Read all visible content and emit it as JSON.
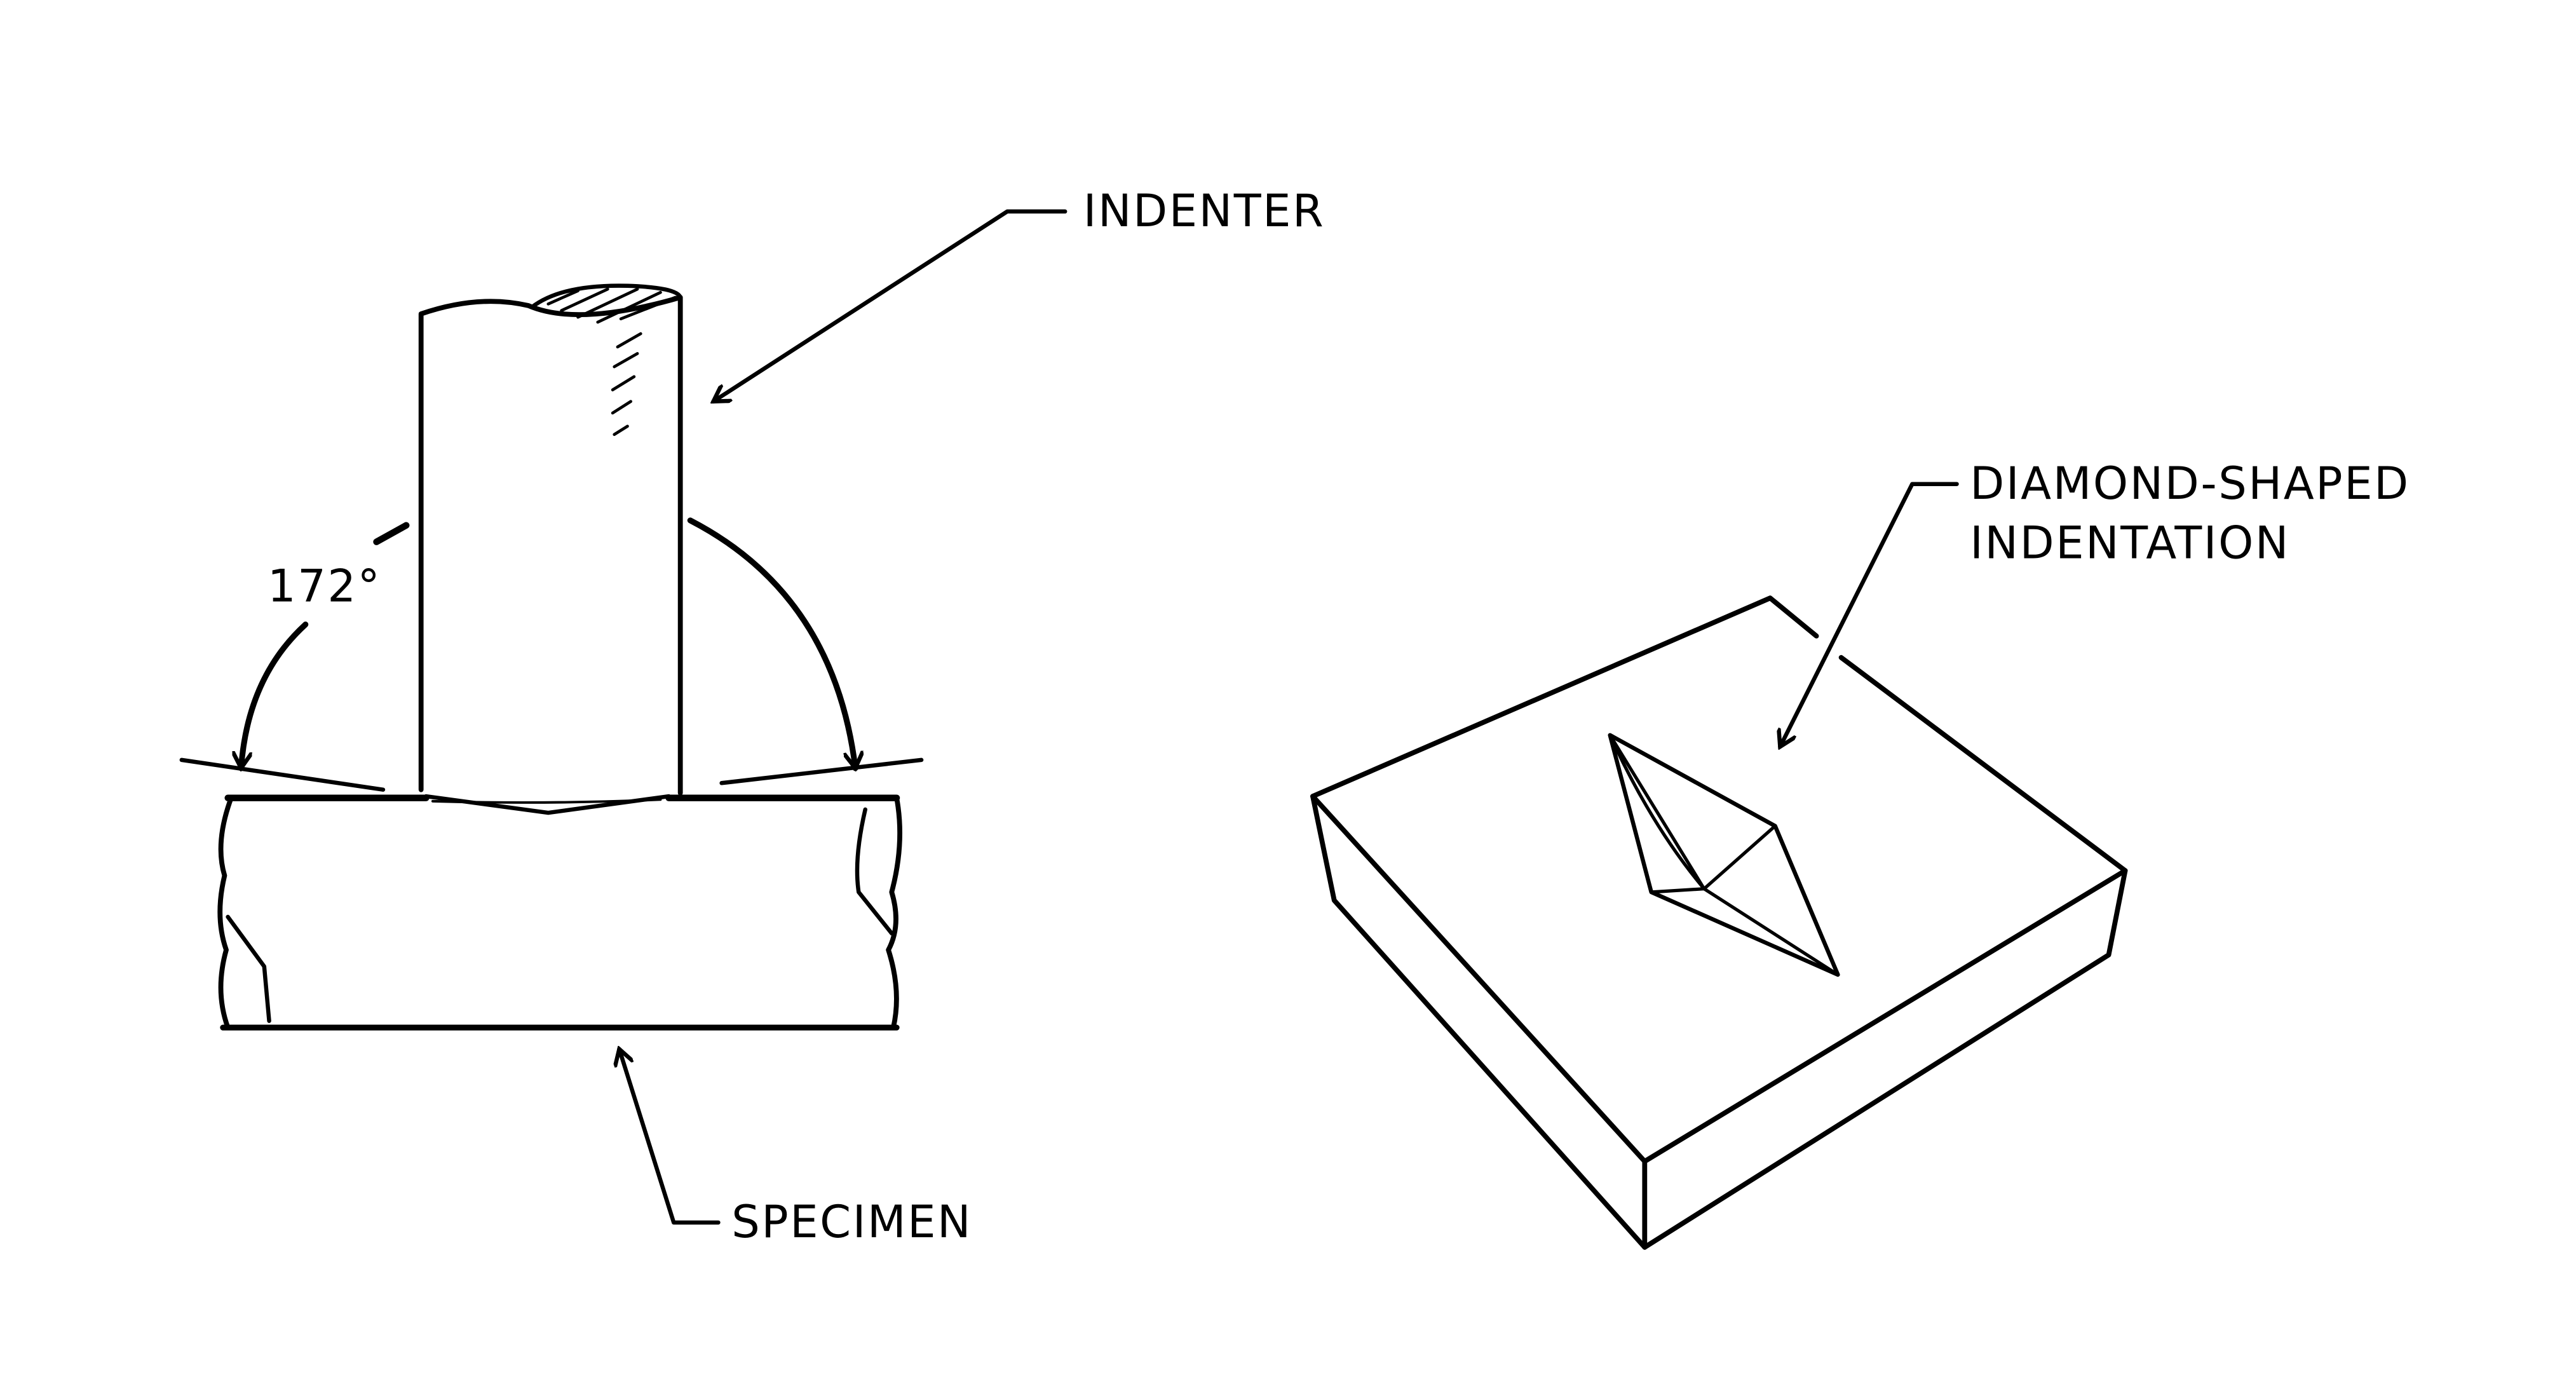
{
  "labels": {
    "indenter": "INDENTER",
    "specimen": "SPECIMEN",
    "angle": "172°",
    "indentation_line1": "DIAMOND-SHAPED",
    "indentation_line2": "INDENTATION"
  },
  "colors": {
    "ink": "#000000",
    "background": "#ffffff"
  }
}
